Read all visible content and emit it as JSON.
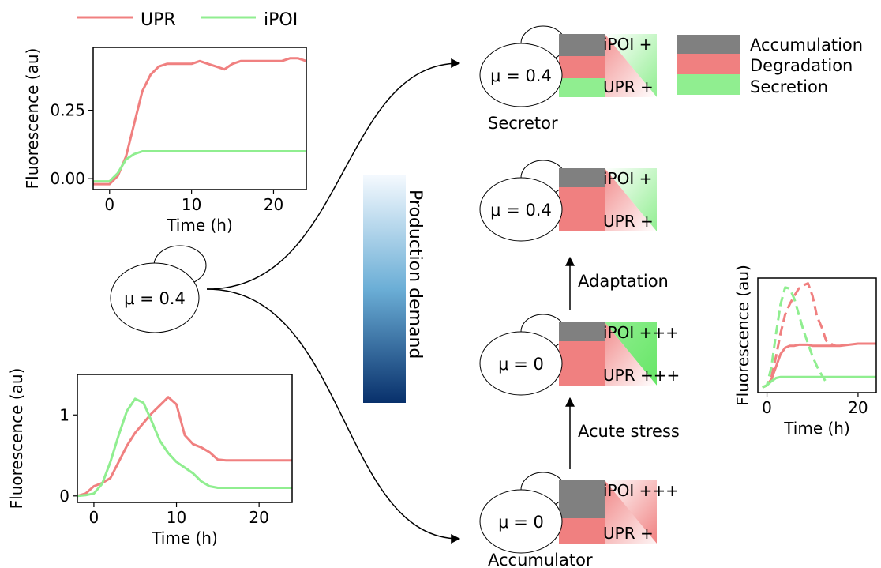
{
  "colors": {
    "upr": "#f08080",
    "ipoi": "#90ee90",
    "accumulation": "#808080",
    "degradation": "#f08080",
    "secretion": "#90ee90",
    "arrow": "#000000",
    "gradient_top": "#f4f9fe",
    "gradient_bottom": "#08306b"
  },
  "legend_top": {
    "upr": "UPR",
    "ipoi": "iPOI"
  },
  "legend_right": [
    "Accumulation",
    "Degradation",
    "Secretion"
  ],
  "gradient_label": "Production demand",
  "center_cell": "μ = 0.4",
  "cells": [
    {
      "mu": "μ = 0.4",
      "ipoi": "iPOI +",
      "upr": "UPR +",
      "name": "Secretor",
      "fractions": [
        0.35,
        0.35,
        0.3
      ],
      "tri": "secretion"
    },
    {
      "mu": "μ = 0.4",
      "ipoi": "iPOI +",
      "upr": "UPR +",
      "name": "",
      "fractions": [
        0.3,
        0.7,
        0.0
      ],
      "tri": "secretion"
    },
    {
      "mu": "μ = 0",
      "ipoi": "iPOI +++",
      "upr": "UPR +++",
      "name": "",
      "fractions": [
        0.3,
        0.7,
        0.0
      ],
      "tri": "secretion_strong"
    },
    {
      "mu": "μ = 0",
      "ipoi": "iPOI +++",
      "upr": "UPR +",
      "name": "Accumulator",
      "fractions": [
        0.6,
        0.4,
        0.0
      ],
      "tri": "degradation"
    }
  ],
  "transitions": {
    "up1": "Adaptation",
    "up2": "Acute stress"
  },
  "chart_data": [
    {
      "type": "line",
      "xlabel": "Time (h)",
      "ylabel": "Fluorescence (au)",
      "xlim": [
        -2,
        24
      ],
      "ylim": [
        -0.04,
        0.48
      ],
      "xticks": [
        0,
        10,
        20
      ],
      "yticks": [
        0.0,
        0.25
      ],
      "ytick_labels": [
        "0.00",
        "0.25"
      ],
      "series": [
        {
          "name": "UPR",
          "dashed": false,
          "x": [
            -2,
            -1,
            0,
            1,
            2,
            3,
            4,
            5,
            6,
            7,
            8,
            9,
            10,
            11,
            12,
            13,
            14,
            15,
            16,
            17,
            18,
            19,
            20,
            21,
            22,
            23,
            24
          ],
          "y": [
            -0.02,
            -0.02,
            -0.02,
            0.01,
            0.08,
            0.2,
            0.32,
            0.38,
            0.41,
            0.42,
            0.42,
            0.42,
            0.42,
            0.43,
            0.42,
            0.41,
            0.4,
            0.42,
            0.43,
            0.43,
            0.43,
            0.43,
            0.43,
            0.43,
            0.44,
            0.44,
            0.43
          ]
        },
        {
          "name": "iPOI",
          "dashed": false,
          "x": [
            -2,
            -1,
            0,
            1,
            2,
            3,
            4,
            5,
            6,
            7,
            8,
            9,
            10,
            11,
            12,
            13,
            14,
            15,
            16,
            17,
            18,
            19,
            20,
            21,
            22,
            23,
            24
          ],
          "y": [
            -0.01,
            -0.01,
            -0.01,
            0.02,
            0.07,
            0.09,
            0.1,
            0.1,
            0.1,
            0.1,
            0.1,
            0.1,
            0.1,
            0.1,
            0.1,
            0.1,
            0.1,
            0.1,
            0.1,
            0.1,
            0.1,
            0.1,
            0.1,
            0.1,
            0.1,
            0.1,
            0.1
          ]
        }
      ]
    },
    {
      "type": "line",
      "xlabel": "Time (h)",
      "ylabel": "Fluorescence (au)",
      "xlim": [
        -2,
        24
      ],
      "ylim": [
        -0.08,
        1.5
      ],
      "xticks": [
        0,
        10,
        20
      ],
      "yticks": [
        0,
        1
      ],
      "ytick_labels": [
        "0",
        "1"
      ],
      "series": [
        {
          "name": "UPR",
          "dashed": false,
          "x": [
            -2,
            -1,
            0,
            1,
            2,
            3,
            4,
            5,
            6,
            7,
            8,
            9,
            10,
            11,
            12,
            13,
            14,
            15,
            16,
            17,
            18,
            19,
            20,
            21,
            22,
            23,
            24
          ],
          "y": [
            0,
            0.03,
            0.12,
            0.16,
            0.22,
            0.42,
            0.62,
            0.78,
            0.9,
            1.02,
            1.12,
            1.22,
            1.13,
            0.75,
            0.64,
            0.6,
            0.54,
            0.45,
            0.44,
            0.44,
            0.44,
            0.44,
            0.44,
            0.44,
            0.44,
            0.44,
            0.44
          ]
        },
        {
          "name": "iPOI",
          "dashed": false,
          "x": [
            -2,
            -1,
            0,
            1,
            2,
            3,
            4,
            5,
            6,
            7,
            8,
            9,
            10,
            11,
            12,
            13,
            14,
            15,
            16,
            17,
            18,
            19,
            20,
            21,
            22,
            23,
            24
          ],
          "y": [
            0,
            0.01,
            0.03,
            0.15,
            0.42,
            0.75,
            1.05,
            1.2,
            1.15,
            0.92,
            0.68,
            0.53,
            0.42,
            0.35,
            0.28,
            0.18,
            0.12,
            0.1,
            0.1,
            0.1,
            0.1,
            0.1,
            0.1,
            0.1,
            0.1,
            0.1,
            0.1
          ]
        }
      ]
    },
    {
      "type": "line",
      "xlabel": "Time (h)",
      "ylabel": "Fluorescence (au)",
      "xlim": [
        -2,
        24
      ],
      "ylim": [
        -0.05,
        1.05
      ],
      "xticks": [
        0,
        20
      ],
      "yticks": [],
      "ytick_labels": [],
      "series": [
        {
          "name": "UPR",
          "dashed": true,
          "x": [
            -1,
            0,
            1,
            2,
            3,
            4,
            5,
            6,
            7,
            8,
            9,
            10,
            11,
            12,
            13,
            14,
            15
          ],
          "y": [
            0,
            0.02,
            0.1,
            0.3,
            0.52,
            0.7,
            0.8,
            0.88,
            0.95,
            0.98,
            1.0,
            0.88,
            0.68,
            0.58,
            0.45,
            0.42,
            0.4
          ]
        },
        {
          "name": "UPR",
          "dashed": false,
          "x": [
            -1,
            0,
            1,
            2,
            3,
            4,
            5,
            6,
            7,
            8,
            9,
            10,
            12,
            14,
            16,
            18,
            20,
            22,
            24
          ],
          "y": [
            0,
            0.02,
            0.08,
            0.2,
            0.32,
            0.38,
            0.4,
            0.4,
            0.41,
            0.41,
            0.41,
            0.4,
            0.4,
            0.4,
            0.4,
            0.41,
            0.42,
            0.42,
            0.42
          ]
        },
        {
          "name": "iPOI",
          "dashed": true,
          "x": [
            -1,
            0,
            1,
            2,
            3,
            4,
            5,
            6,
            7,
            8,
            9,
            10,
            11,
            12,
            13
          ],
          "y": [
            0,
            0.02,
            0.2,
            0.52,
            0.8,
            0.96,
            0.95,
            0.85,
            0.7,
            0.55,
            0.42,
            0.3,
            0.2,
            0.12,
            0.05
          ]
        },
        {
          "name": "iPOI",
          "dashed": false,
          "x": [
            -1,
            0,
            1,
            2,
            3,
            4,
            6,
            8,
            10,
            12,
            14,
            16,
            18,
            20,
            22,
            24
          ],
          "y": [
            0,
            0.02,
            0.06,
            0.09,
            0.1,
            0.1,
            0.1,
            0.1,
            0.1,
            0.1,
            0.1,
            0.1,
            0.1,
            0.1,
            0.1,
            0.1
          ]
        }
      ]
    }
  ]
}
